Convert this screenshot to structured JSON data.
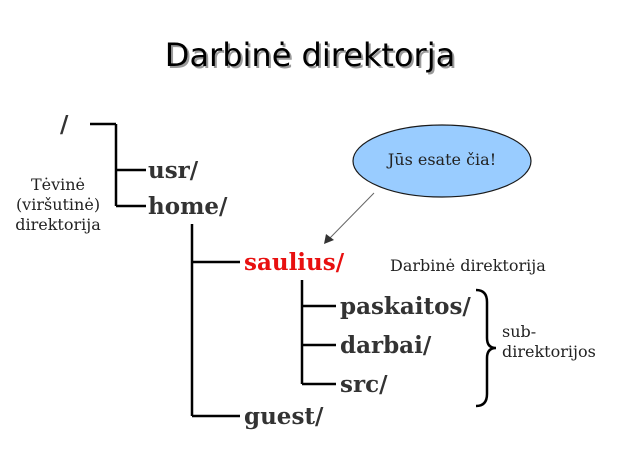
{
  "title": "Darbinė direktorja",
  "tree": {
    "root": "/",
    "usr": "usr/",
    "home": "home/",
    "saulius": "saulius/",
    "paskaitos": "paskaitos/",
    "darbai": "darbai/",
    "src": "src/",
    "guest": "guest/"
  },
  "labels": {
    "parent_line1": "Tėvinė",
    "parent_line2": "(viršutinė)",
    "parent_line3": "direktorija",
    "working_dir": "Darbinė direktorija",
    "sub_line1": "sub-",
    "sub_line2": "direktorijos",
    "bubble": "Jūs esate čia!"
  },
  "colors": {
    "current_dir": "#e81010",
    "bubble_fill": "#99ccff",
    "text": "#333333"
  }
}
